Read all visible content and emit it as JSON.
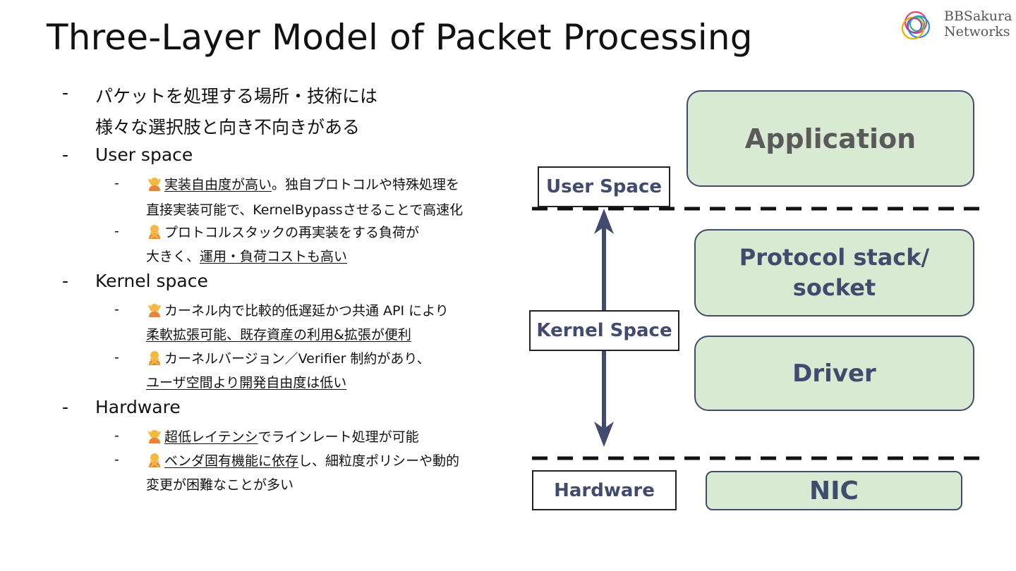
{
  "title": "Three-Layer Model of Packet Processing",
  "logo": {
    "line1": "BBSakura",
    "line2": "Networks"
  },
  "bullets": {
    "dash": "-",
    "intro_line1": "パケットを処理する場所・技術には",
    "intro_line2": "様々な選択肢と向き不向きがある",
    "user_space": "User space",
    "user_pro_u": "実装自由度が高い",
    "user_pro_rest": "。独自プロトコルや特殊処理を",
    "user_pro_line2": "直接実装可能で、KernelBypassさせることで高速化",
    "user_con_line1": "プロトコルスタックの再実装をする負荷が",
    "user_con_line2_a": "大きく、",
    "user_con_line2_u": "運用・負荷コストも高い",
    "kernel_space": "Kernel space",
    "kernel_pro_line1": "カーネル内で比較的低遅延かつ共通 API により",
    "kernel_pro_line2_u": "柔軟拡張可能、既存資産の利用&拡張が便利",
    "kernel_con_line1": "カーネルバージョン／Verifier 制約があり、",
    "kernel_con_line2_u": "ユーザ空間より開発自由度は低い",
    "hardware": "Hardware",
    "hw_pro_u": "超低レイテンシ",
    "hw_pro_rest": "でラインレート処理が可能",
    "hw_con_u": "ベンダ固有機能に依存",
    "hw_con_rest": "し、細粒度ポリシーや動的",
    "hw_con_line2": "変更が困難なことが多い"
  },
  "diagram": {
    "labels": {
      "user": "User Space",
      "kernel": "Kernel Space",
      "hardware": "Hardware"
    },
    "layers": {
      "application": "Application",
      "protocol_line1": "Protocol stack/",
      "protocol_line2": "socket",
      "driver": "Driver",
      "nic": "NIC"
    }
  },
  "icons": {
    "pro": "ok-gesture-person-icon",
    "con": "no-gesture-person-icon"
  },
  "colors": {
    "layer_fill": "#d9ead3",
    "layer_text": "#414b6e",
    "arrow": "#414b6e"
  }
}
